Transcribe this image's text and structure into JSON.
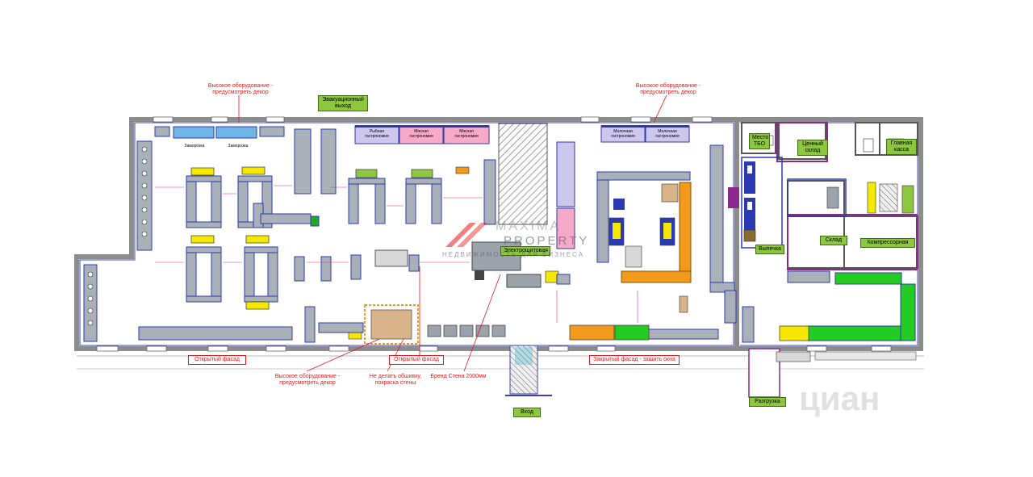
{
  "notes": {
    "tall_equipment_1": "Высокое оборудование -\nпредусмотреть декор",
    "tall_equipment_2": "Высокое оборудование -\nпредусмотреть декор",
    "tall_equipment_3": "Высокое оборудование -\nпредусмотреть декор",
    "no_cladding": "Не делать обшивку,\nпокраска стены",
    "brand_wall": "Бренд Стена 2000мм"
  },
  "facades": {
    "open_left": "Открытый фасад",
    "open_center": "Открытый фасад",
    "closed_right": "Закрытый фасад - зашить окна"
  },
  "tags": {
    "evacuation": "Эвакуационный\nвыход",
    "entrance": "Вход",
    "unloading": "Разгрузка",
    "cash_zone": "Электрощитовая",
    "bakery": "Выпечка",
    "warehouse": "Склад",
    "valuable_warehouse": "Ценный\nсклад",
    "compressor": "Компрессорная",
    "main_cash": "Главная\nкасса",
    "place_tbo": "Место\nТБО"
  },
  "departments": {
    "fish": "Рыбная\nгастрономия",
    "meat1": "Мясная\nгастрономия",
    "meat2": "Мясная\nгастрономия",
    "dairy1": "Молочная\nгастрономия",
    "dairy2": "Молочная\nгастрономия",
    "frozen1": "Заморозка",
    "frozen2": "Заморозка"
  },
  "watermark": {
    "brand_top": "MAXIMA",
    "brand_mid": "PROPERTY",
    "brand_sub": "НЕДВИЖИМОСТЬ ДЛЯ БИЗНЕСА",
    "cian": "циан"
  },
  "colors": {
    "wall": "#8a8a8a",
    "wall_dark": "#555555",
    "rack": "#9ca3ab",
    "blue": "#2b3ab0",
    "pink": "#f7a9c8",
    "lavender": "#cdc7ee",
    "green": "#22cc22",
    "yellow": "#f4e800",
    "orange": "#f29a1c",
    "red": "#e1191b",
    "purple": "#8b2a8e"
  }
}
